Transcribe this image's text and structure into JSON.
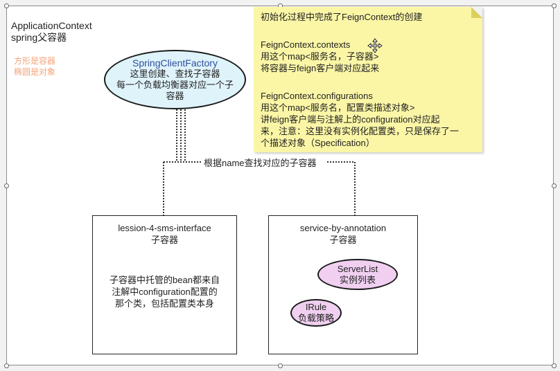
{
  "context": {
    "title_line1": "ApplicationContext",
    "title_line2": "spring父容器",
    "legend_line1": "方形是容器",
    "legend_line2": "椭圆是对象"
  },
  "factory": {
    "name": "SpringClientFactory",
    "line2": "这里创建、查找子容器",
    "line3": "每一个负载均衡器对应一个子",
    "line4": "容器"
  },
  "connector_label": "根据name查找对应的子容器",
  "note": {
    "line1": "初始化过程中完成了FeignContext的创建",
    "line2": "FeignContext.contexts",
    "line3": "用这个map<服务名，子容器>",
    "line4": "将容器与feign客户端对应起来",
    "line5": "FeignContext.configurations",
    "line6": "用这个map<服务名，配置类描述对象>",
    "line7": "讲feign客户端与注解上的configuration对应起",
    "line8": "来，注意：这里没有实例化配置类，只是保存了一",
    "line9": "个描述对象（Specification）"
  },
  "left_box": {
    "title": "lession-4-sms-interface",
    "subtitle": "子容器",
    "desc1": "子容器中托管的bean都来自",
    "desc2": "注解中configuration配置的",
    "desc3": "那个类，包括配置类本身"
  },
  "right_box": {
    "title": "service-by-annotation",
    "subtitle": "子容器",
    "serverlist_name": "ServerList",
    "serverlist_desc": "实例列表",
    "irule_name": "IRule",
    "irule_desc": "负载策略"
  },
  "colors": {
    "ellipse_blue": "#dff3fb",
    "ellipse_pink": "#f0cff0",
    "note_yellow": "#fbf6a6",
    "legend_orange": "#f4a47a"
  }
}
